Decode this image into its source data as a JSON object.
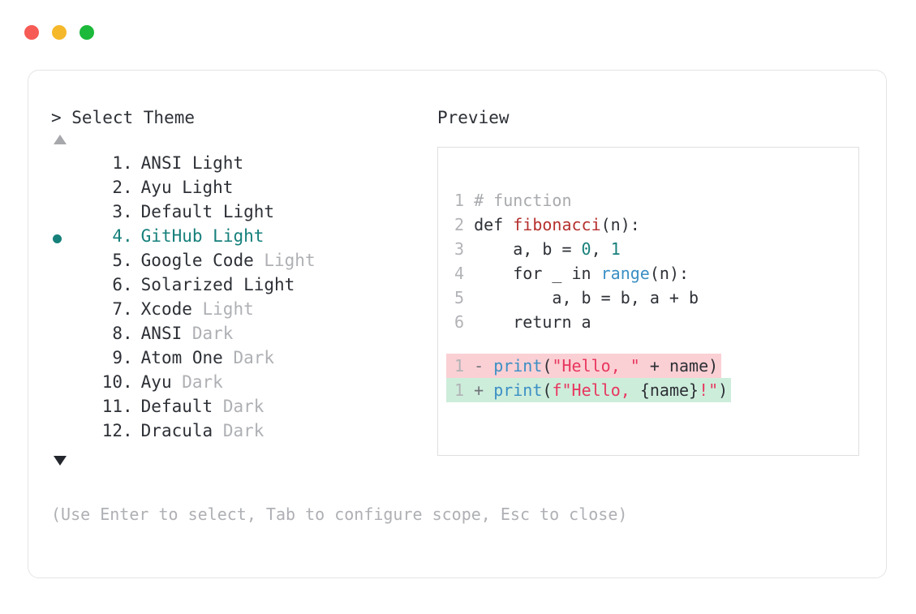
{
  "window": {
    "dots": [
      {
        "name": "close-dot",
        "color": "#f65b55"
      },
      {
        "name": "minimize-dot",
        "color": "#f5b82a"
      },
      {
        "name": "maximize-dot",
        "color": "#1cb93a"
      }
    ]
  },
  "picker": {
    "prompt": "> Select Theme",
    "scroll_up": "▲",
    "scroll_down": "▼",
    "selected_index": 4,
    "items": [
      {
        "index": "1",
        "dot": ".",
        "name": "ANSI",
        "variant": "Light",
        "variant_dim": false,
        "selected": false
      },
      {
        "index": "2",
        "dot": ".",
        "name": "Ayu",
        "variant": "Light",
        "variant_dim": false,
        "selected": false
      },
      {
        "index": "3",
        "dot": ".",
        "name": "Default",
        "variant": "Light",
        "variant_dim": false,
        "selected": false
      },
      {
        "index": "4",
        "dot": ".",
        "name": "GitHub",
        "variant": "Light",
        "variant_dim": false,
        "selected": true
      },
      {
        "index": "5",
        "dot": ".",
        "name": "Google Code",
        "variant": "Light",
        "variant_dim": true,
        "selected": false
      },
      {
        "index": "6",
        "dot": ".",
        "name": "Solarized",
        "variant": "Light",
        "variant_dim": false,
        "selected": false
      },
      {
        "index": "7",
        "dot": ".",
        "name": "Xcode",
        "variant": "Light",
        "variant_dim": true,
        "selected": false
      },
      {
        "index": "8",
        "dot": ".",
        "name": "ANSI",
        "variant": "Dark",
        "variant_dim": true,
        "selected": false
      },
      {
        "index": "9",
        "dot": ".",
        "name": "Atom One",
        "variant": "Dark",
        "variant_dim": true,
        "selected": false
      },
      {
        "index": "10",
        "dot": ".",
        "name": "Ayu",
        "variant": "Dark",
        "variant_dim": true,
        "selected": false
      },
      {
        "index": "11",
        "dot": ".",
        "name": "Default",
        "variant": "Dark",
        "variant_dim": true,
        "selected": false
      },
      {
        "index": "12",
        "dot": ".",
        "name": "Dracula",
        "variant": "Dark",
        "variant_dim": true,
        "selected": false
      }
    ]
  },
  "preview": {
    "label": "Preview",
    "code_lines": [
      {
        "num": "1",
        "tokens": [
          {
            "t": "# function",
            "c": "comment"
          }
        ]
      },
      {
        "num": "2",
        "tokens": [
          {
            "t": "def ",
            "c": "kw"
          },
          {
            "t": "fibonacci",
            "c": "fn"
          },
          {
            "t": "(n):",
            "c": "punct"
          }
        ]
      },
      {
        "num": "3",
        "tokens": [
          {
            "t": "    a, b = ",
            "c": "plain"
          },
          {
            "t": "0",
            "c": "num"
          },
          {
            "t": ", ",
            "c": "plain"
          },
          {
            "t": "1",
            "c": "num"
          }
        ]
      },
      {
        "num": "4",
        "tokens": [
          {
            "t": "    for _ in ",
            "c": "plain"
          },
          {
            "t": "range",
            "c": "builtin"
          },
          {
            "t": "(n):",
            "c": "punct"
          }
        ]
      },
      {
        "num": "5",
        "tokens": [
          {
            "t": "        a, b = b, a + b",
            "c": "plain"
          }
        ]
      },
      {
        "num": "6",
        "tokens": [
          {
            "t": "    return a",
            "c": "plain"
          }
        ]
      }
    ],
    "diff_lines": [
      {
        "num": "1",
        "sign": "-",
        "kind": "del",
        "tokens": [
          {
            "t": "print",
            "c": "builtin"
          },
          {
            "t": "(",
            "c": "punct"
          },
          {
            "t": "\"Hello, \"",
            "c": "str"
          },
          {
            "t": " + name)",
            "c": "plain"
          }
        ]
      },
      {
        "num": "1",
        "sign": "+",
        "kind": "add",
        "tokens": [
          {
            "t": "print",
            "c": "builtin"
          },
          {
            "t": "(",
            "c": "punct"
          },
          {
            "t": "f\"Hello, ",
            "c": "str"
          },
          {
            "t": "{name}",
            "c": "plain"
          },
          {
            "t": "!\"",
            "c": "str"
          },
          {
            "t": ")",
            "c": "punct"
          }
        ]
      }
    ]
  },
  "footer": {
    "hint": "(Use Enter to select, Tab to configure scope, Esc to close)"
  },
  "colors": {
    "accent": "#16807b",
    "text": "#2d3036",
    "dim": "#aeb0b4",
    "diff_del_bg": "#fad0d4",
    "diff_add_bg": "#cdeddb",
    "border": "#e3e4e6"
  }
}
